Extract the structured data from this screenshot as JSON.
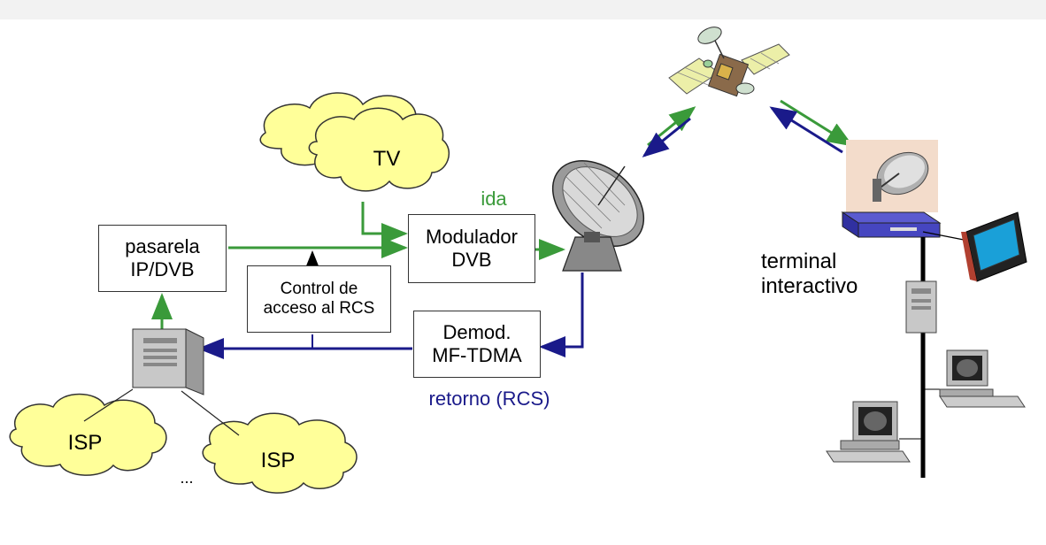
{
  "colors": {
    "forward": "#3a9a3a",
    "return": "#1a1a8a",
    "cloud_fill": "#ffff99",
    "background": "#f2f2f2"
  },
  "clouds": {
    "tv": "TV",
    "isp1": "ISP",
    "isp2": "ISP",
    "ellipsis": "..."
  },
  "boxes": {
    "pasarela_line1": "pasarela",
    "pasarela_line2": "IP/DVB",
    "control_line1": "Control de",
    "control_line2": "acceso al RCS",
    "modulador_line1": "Modulador",
    "modulador_line2": "DVB",
    "demod_line1": "Demod.",
    "demod_line2": "MF-TDMA"
  },
  "labels": {
    "ida": "ida",
    "retorno": "retorno (RCS)",
    "terminal_line1": "terminal",
    "terminal_line2": "interactivo"
  },
  "icons": [
    "satellite-icon",
    "dish-antenna-icon",
    "small-dish-icon",
    "set-top-box-icon",
    "tv-set-icon",
    "server-icon",
    "tower-pc-icon",
    "desktop-computer-icon"
  ]
}
